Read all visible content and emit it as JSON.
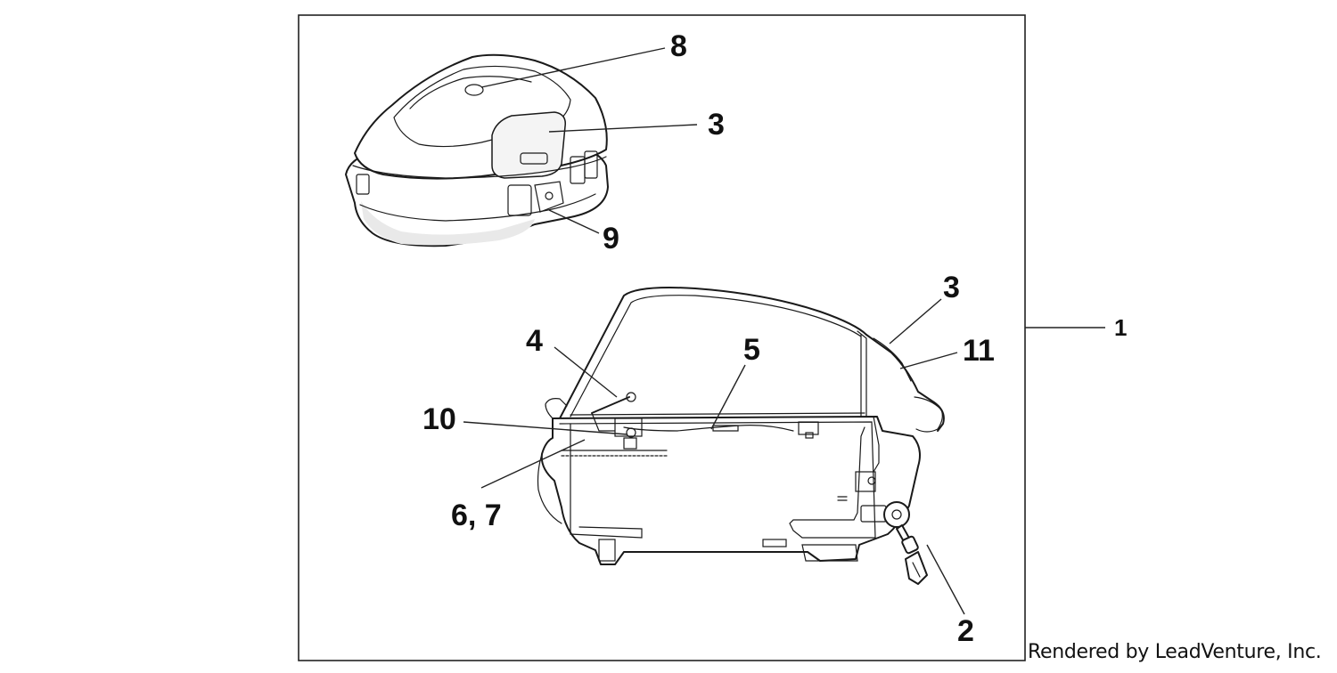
{
  "callouts": {
    "c8": "8",
    "c3_top": "3",
    "c9": "9",
    "c3_side": "3",
    "c11": "11",
    "c4": "4",
    "c5": "5",
    "c10": "10",
    "c67": "6, 7",
    "c2": "2",
    "c1": "1"
  },
  "footer": {
    "credit": "Rendered by LeadVenture, Inc."
  }
}
